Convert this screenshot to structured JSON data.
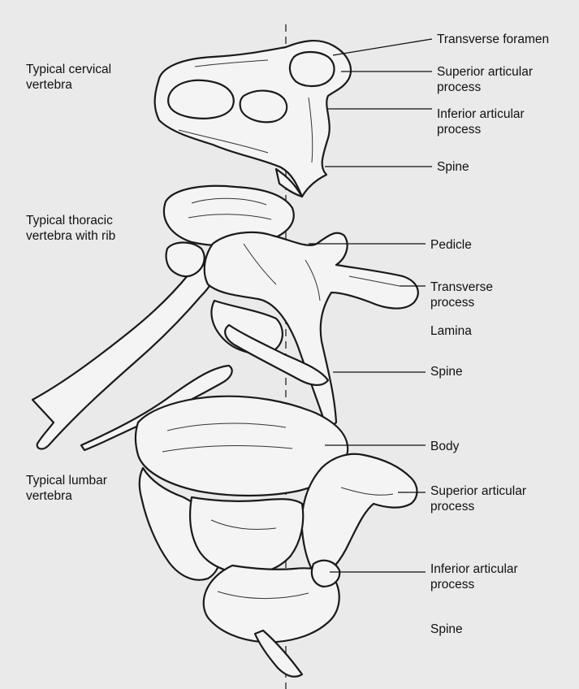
{
  "figure": {
    "left_labels": {
      "cervical_line1": "Typical cervical",
      "cervical_line2": "vertebra",
      "thoracic_line1": "Typical thoracic",
      "thoracic_line2": "vertebra with rib",
      "lumbar_line1": "Typical lumbar",
      "lumbar_line2": "vertebra"
    },
    "right_labels": {
      "transverse_foramen": "Transverse foramen",
      "superior_articular_1a": "Superior articular",
      "superior_articular_1b": "process",
      "inferior_articular_1a": "Inferior articular",
      "inferior_articular_1b": "process",
      "spine_1": "Spine",
      "pedicle": "Pedicle",
      "transverse_process_a": "Transverse",
      "transverse_process_b": "process",
      "lamina": "Lamina",
      "spine_2": "Spine",
      "body": "Body",
      "superior_articular_2a": "Superior articular",
      "superior_articular_2b": "process",
      "inferior_articular_2a": "Inferior articular",
      "inferior_articular_2b": "process",
      "spine_3": "Spine"
    }
  }
}
